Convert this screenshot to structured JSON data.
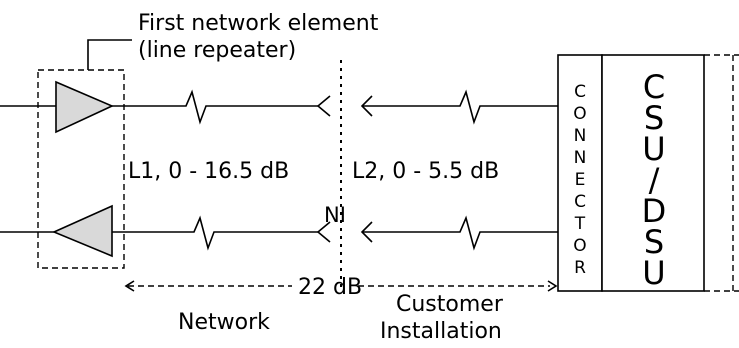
{
  "labels": {
    "first_element_line1": "First network element",
    "first_element_line2": "(line repeater)",
    "l1": "L1, 0 - 16.5 dB",
    "l2": "L2, 0 - 5.5 dB",
    "ni": "NI",
    "total_loss": "22 dB",
    "network": "Network",
    "customer_line1": "Customer",
    "customer_line2": "Installation",
    "connector_letters": [
      "C",
      "O",
      "N",
      "N",
      "E",
      "C",
      "T",
      "O",
      "R"
    ],
    "csu_dsu_letters": [
      "C",
      "S",
      "U",
      "/",
      "D",
      "S",
      "U"
    ]
  }
}
